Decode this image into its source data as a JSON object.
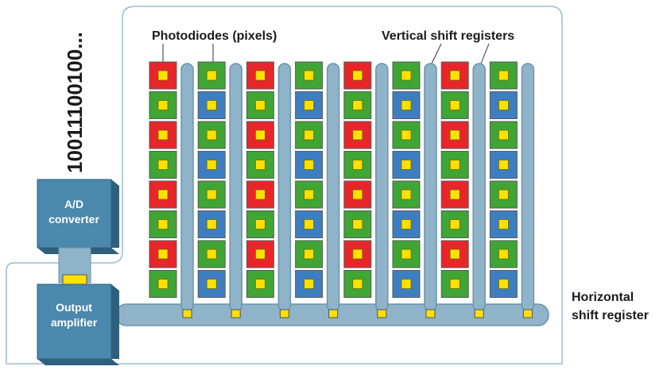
{
  "labels": {
    "photodiodes": "Photodiodes (pixels)",
    "vertical_registers": "Vertical shift registers",
    "horizontal_register_line1": "Horizontal",
    "horizontal_register_line2": "shift register",
    "bitstream": "10011100100...",
    "adc_line1": "A/D",
    "adc_line2": "converter",
    "amp_line1": "Output",
    "amp_line2": "amplifier"
  },
  "pixel_colors": {
    "R": "#e8262a",
    "G": "#3fa535",
    "B": "#3d7ec2",
    "center": "#ffe000",
    "register": "#8fb3c8",
    "box": "#4a88ad"
  },
  "pixel_columns": [
    [
      "R",
      "G",
      "R",
      "G",
      "R",
      "G",
      "R",
      "G"
    ],
    [
      "G",
      "B",
      "G",
      "B",
      "G",
      "B",
      "G",
      "B"
    ],
    [
      "R",
      "G",
      "R",
      "G",
      "R",
      "G",
      "R",
      "G"
    ],
    [
      "G",
      "B",
      "G",
      "B",
      "G",
      "B",
      "G",
      "B"
    ],
    [
      "R",
      "G",
      "R",
      "G",
      "R",
      "G",
      "R",
      "G"
    ],
    [
      "G",
      "B",
      "G",
      "B",
      "G",
      "B",
      "G",
      "B"
    ],
    [
      "R",
      "G",
      "R",
      "G",
      "R",
      "G",
      "R",
      "G"
    ],
    [
      "G",
      "B",
      "G",
      "B",
      "G",
      "B",
      "G",
      "B"
    ]
  ]
}
